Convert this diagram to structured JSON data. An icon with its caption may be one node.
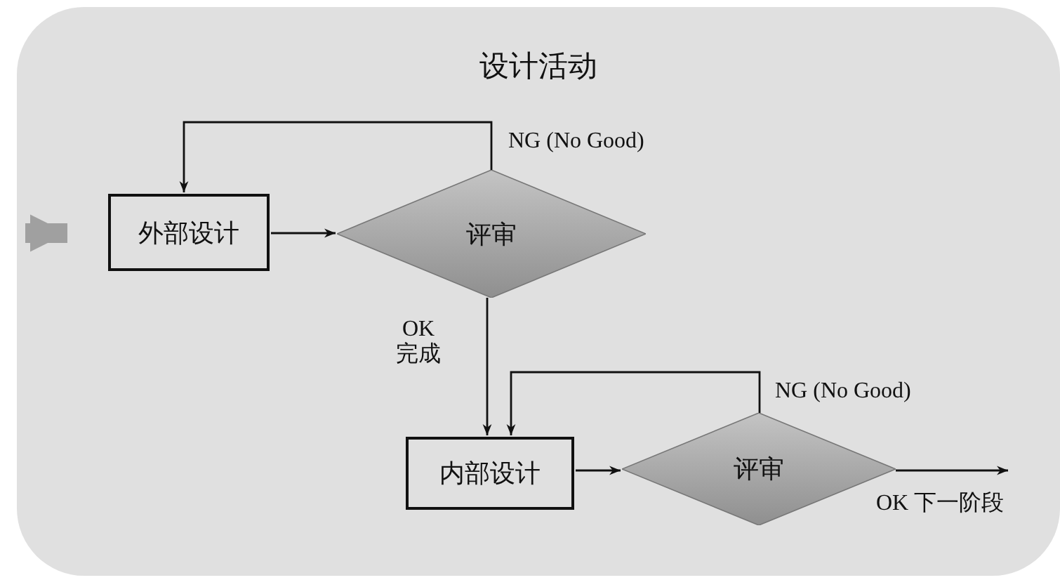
{
  "diagram": {
    "nodes": [
      {
        "text": [
          "设计活动"
        ]
      },
      {
        "text": [
          "外部设计"
        ],
        "in": 0
      },
      {
        "text": [
          "评审"
        ],
        "in": 0
      },
      {
        "text": [
          "内部设计"
        ],
        "in": 0
      },
      {
        "text": [
          "评审"
        ],
        "in": 0
      }
    ],
    "edges": [
      {
        "from": null,
        "to": 1,
        "arrow": "to",
        "style": "thick",
        "color": "#a0a0a0"
      },
      {
        "from": 1,
        "to": 2,
        "arrow": "to"
      },
      {
        "from": 2,
        "to": 1,
        "arrow": "to",
        "label": "NG (No Good)"
      },
      {
        "from": 2,
        "to": 3,
        "arrow": "to",
        "label": "OK 完成"
      },
      {
        "from": 3,
        "to": 4,
        "arrow": "to"
      },
      {
        "from": 4,
        "to": 3,
        "arrow": "to",
        "label": "NG (No Good)"
      },
      {
        "from": 4,
        "to": null,
        "arrow": "to",
        "label": "OK 下一阶段"
      }
    ]
  }
}
